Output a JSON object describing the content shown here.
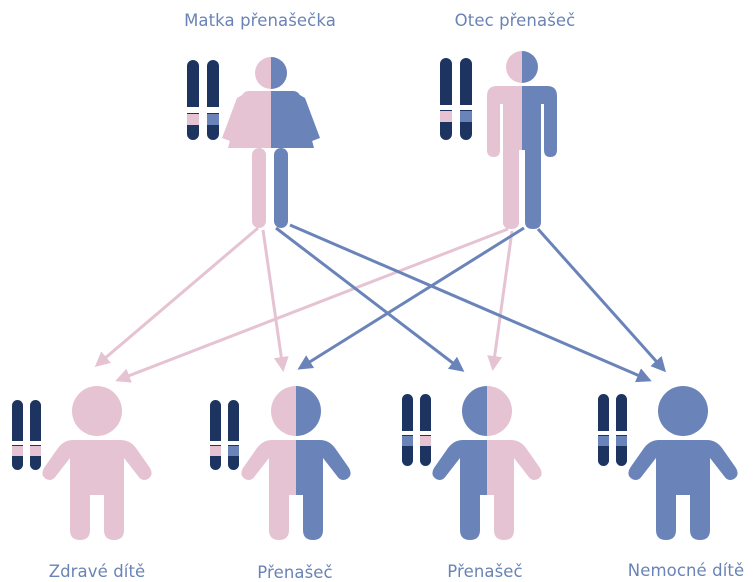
{
  "parents": [
    {
      "label": "Matka přenašečka",
      "gender": "female",
      "genotype": "carrier"
    },
    {
      "label": "Otec přenašeč",
      "gender": "male",
      "genotype": "carrier"
    }
  ],
  "children": [
    {
      "label": "Zdravé dítě",
      "genotype": "healthy"
    },
    {
      "label": "Přenašeč",
      "genotype": "carrier"
    },
    {
      "label": "Přenašeč",
      "genotype": "carrier"
    },
    {
      "label": "Nemocné dítě",
      "genotype": "affected"
    }
  ],
  "inheritance": [
    {
      "from": "mother",
      "allele": "healthy",
      "to": [
        "Zdravé dítě",
        "Přenašeč"
      ]
    },
    {
      "from": "mother",
      "allele": "affected",
      "to": [
        "Přenašeč",
        "Nemocné dítě"
      ]
    },
    {
      "from": "father",
      "allele": "healthy",
      "to": [
        "Zdravé dítě",
        "Přenašeč"
      ]
    },
    {
      "from": "father",
      "allele": "affected",
      "to": [
        "Přenašeč",
        "Nemocné dítě"
      ]
    }
  ],
  "colors": {
    "healthy": "#e6c3d2",
    "affected": "#6a84ba",
    "chromosome": "#1d3461",
    "label": "#6a83b6"
  }
}
